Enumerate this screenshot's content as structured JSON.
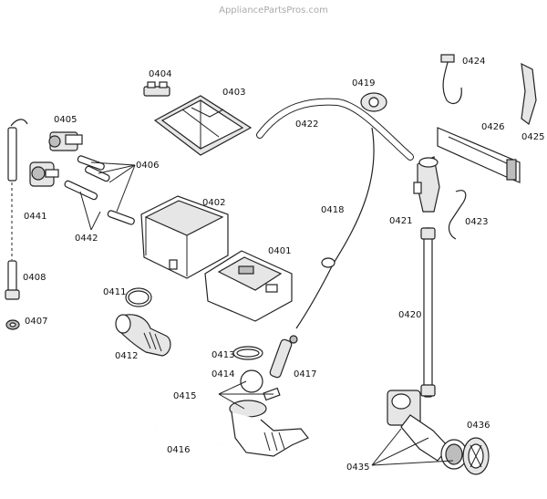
{
  "watermark": "AppliancePartsPros.com",
  "labels": {
    "p0401": "0401",
    "p0402": "0402",
    "p0403": "0403",
    "p0404": "0404",
    "p0405": "0405",
    "p0406": "0406",
    "p0407": "0407",
    "p0408": "0408",
    "p0411": "0411",
    "p0412": "0412",
    "p0413": "0413",
    "p0414": "0414",
    "p0415": "0415",
    "p0416": "0416",
    "p0417": "0417",
    "p0418": "0418",
    "p0419": "0419",
    "p0420": "0420",
    "p0421": "0421",
    "p0422": "0422",
    "p0423": "0423",
    "p0424": "0424",
    "p0425": "0425",
    "p0426": "0426",
    "p0435": "0435",
    "p0436": "0436",
    "p0441": "0441",
    "p0442": "0442"
  }
}
